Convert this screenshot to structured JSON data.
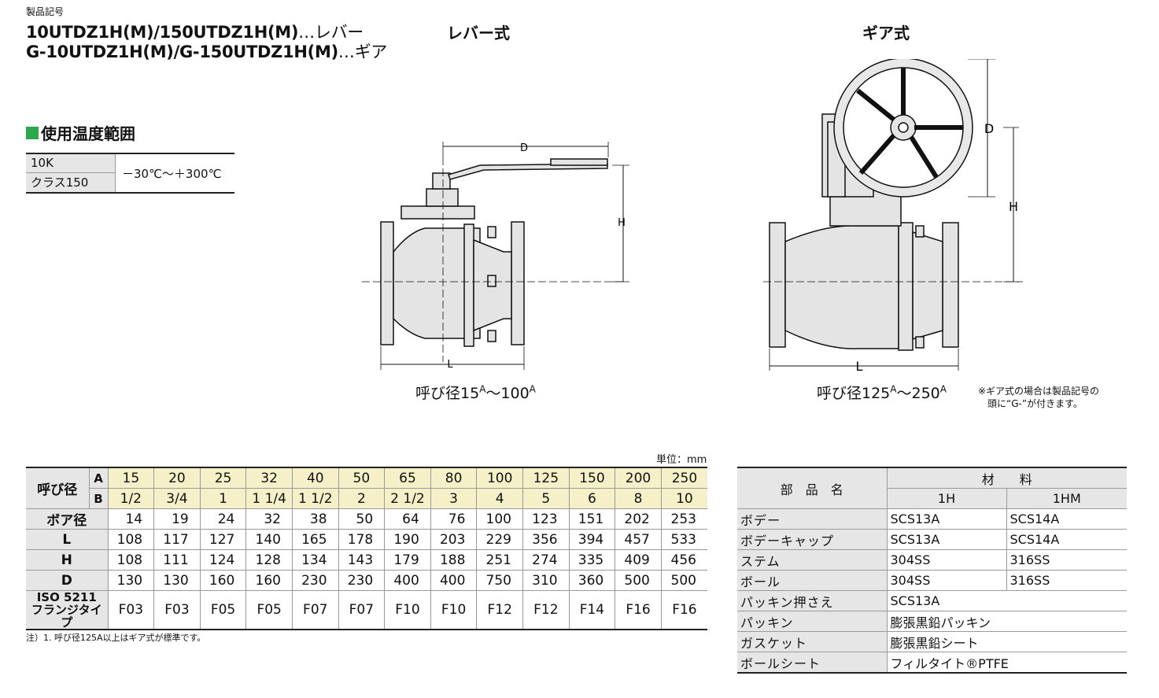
{
  "header": {
    "label": "製品記号",
    "line1_code": "10UTDZ1H(M)/150UTDZ1H(M)",
    "line1_suffix": "…レバー",
    "line2_code": "G-10UTDZ1H(M)/G-150UTDZ1H(M)",
    "line2_suffix": "…ギア"
  },
  "temperature": {
    "heading": "使用温度範囲",
    "class_10k": "10K",
    "class_150": "クラス150",
    "range": "－30℃～＋300℃"
  },
  "lever_view": {
    "title": "レバー式",
    "dim_D": "D",
    "dim_H": "H",
    "dim_L": "L",
    "caption_prefix": "呼び径15",
    "caption_sup1": "A",
    "caption_mid": "～100",
    "caption_sup2": "A"
  },
  "gear_view": {
    "title": "ギア式",
    "dim_D": "D",
    "dim_H": "H",
    "dim_L": "L",
    "caption_prefix": "呼び径125",
    "caption_sup1": "A",
    "caption_mid": "～250",
    "caption_sup2": "A",
    "note": "※ギア式の場合は製品記号の\n　頭に“G-”が付きます。"
  },
  "dimensions": {
    "unit": "単位：mm",
    "nominal_label": "呼び径",
    "a_label": "A",
    "b_label": "B",
    "a_values": [
      "15",
      "20",
      "25",
      "32",
      "40",
      "50",
      "65",
      "80",
      "100",
      "125",
      "150",
      "200",
      "250"
    ],
    "b_values": [
      "1/2",
      "3/4",
      "1",
      "1 1/4",
      "1 1/2",
      "2",
      "2 1/2",
      "3",
      "4",
      "5",
      "6",
      "8",
      "10"
    ],
    "rows": [
      {
        "label": "ボア径",
        "values": [
          "14",
          "19",
          "24",
          "32",
          "38",
          "50",
          "64",
          "76",
          "100",
          "123",
          "151",
          "202",
          "253"
        ]
      },
      {
        "label": "L",
        "values": [
          "108",
          "117",
          "127",
          "140",
          "165",
          "178",
          "190",
          "203",
          "229",
          "356",
          "394",
          "457",
          "533"
        ]
      },
      {
        "label": "H",
        "values": [
          "108",
          "111",
          "124",
          "128",
          "134",
          "143",
          "179",
          "188",
          "251",
          "274",
          "335",
          "409",
          "456"
        ]
      },
      {
        "label": "D",
        "values": [
          "130",
          "130",
          "160",
          "160",
          "230",
          "230",
          "400",
          "400",
          "750",
          "310",
          "360",
          "500",
          "500"
        ]
      }
    ],
    "iso_label_1": "ISO 5211",
    "iso_label_2": "フランジタイプ",
    "iso_values": [
      "F03",
      "F03",
      "F05",
      "F05",
      "F07",
      "F07",
      "F10",
      "F10",
      "F12",
      "F12",
      "F14",
      "F16",
      "F16"
    ],
    "footnote": "注）1. 呼び径125A以上はギア式が標準です。"
  },
  "materials": {
    "part_header": "部　品　名",
    "material_header": "材　　料",
    "col_1h": "1H",
    "col_1hm": "1HM",
    "rows": [
      {
        "part": "ボデー",
        "m1h": "SCS13A",
        "m1hm": "SCS14A"
      },
      {
        "part": "ボデーキャップ",
        "m1h": "SCS13A",
        "m1hm": "SCS14A"
      },
      {
        "part": "ステム",
        "m1h": "304SS",
        "m1hm": "316SS"
      },
      {
        "part": "ボール",
        "m1h": "304SS",
        "m1hm": "316SS"
      }
    ],
    "shared_rows": [
      {
        "part": "パッキン押さえ",
        "material": "SCS13A"
      },
      {
        "part": "パッキン",
        "material": "膨張黒鉛パッキン"
      },
      {
        "part": "ガスケット",
        "material": "膨張黒鉛シート"
      },
      {
        "part": "ボールシート",
        "material": "フィルタイト®PTFE"
      }
    ]
  }
}
